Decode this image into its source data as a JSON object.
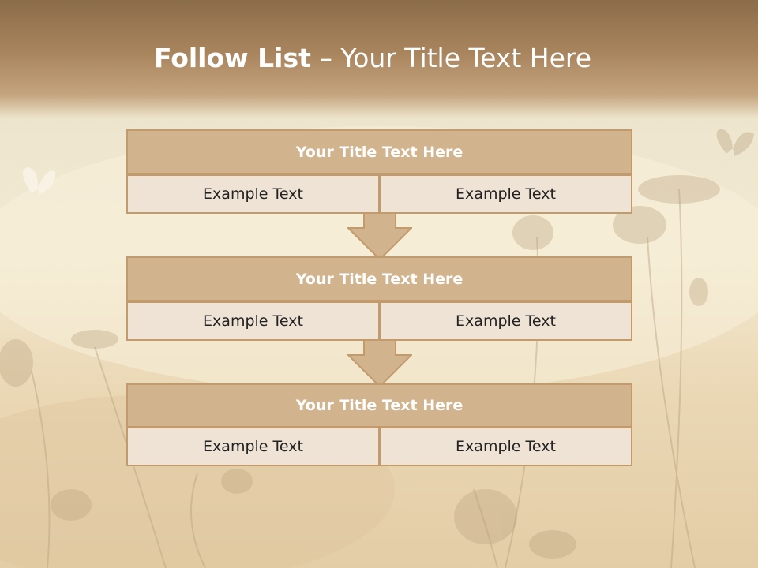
{
  "slide": {
    "title_bold": "Follow List",
    "title_rest": " – Your Title Text Here"
  },
  "steps": [
    {
      "title": "Your Title Text Here",
      "left": "Example Text",
      "right": "Example Text"
    },
    {
      "title": "Your Title Text Here",
      "left": "Example Text",
      "right": "Example Text"
    },
    {
      "title": "Your Title Text Here",
      "left": "Example Text",
      "right": "Example Text"
    }
  ],
  "colors": {
    "header_fill": "#d1b38e",
    "border": "#c39a6b",
    "cell_fill": "#efe3d6",
    "arrow_fill": "#d1b38e"
  }
}
